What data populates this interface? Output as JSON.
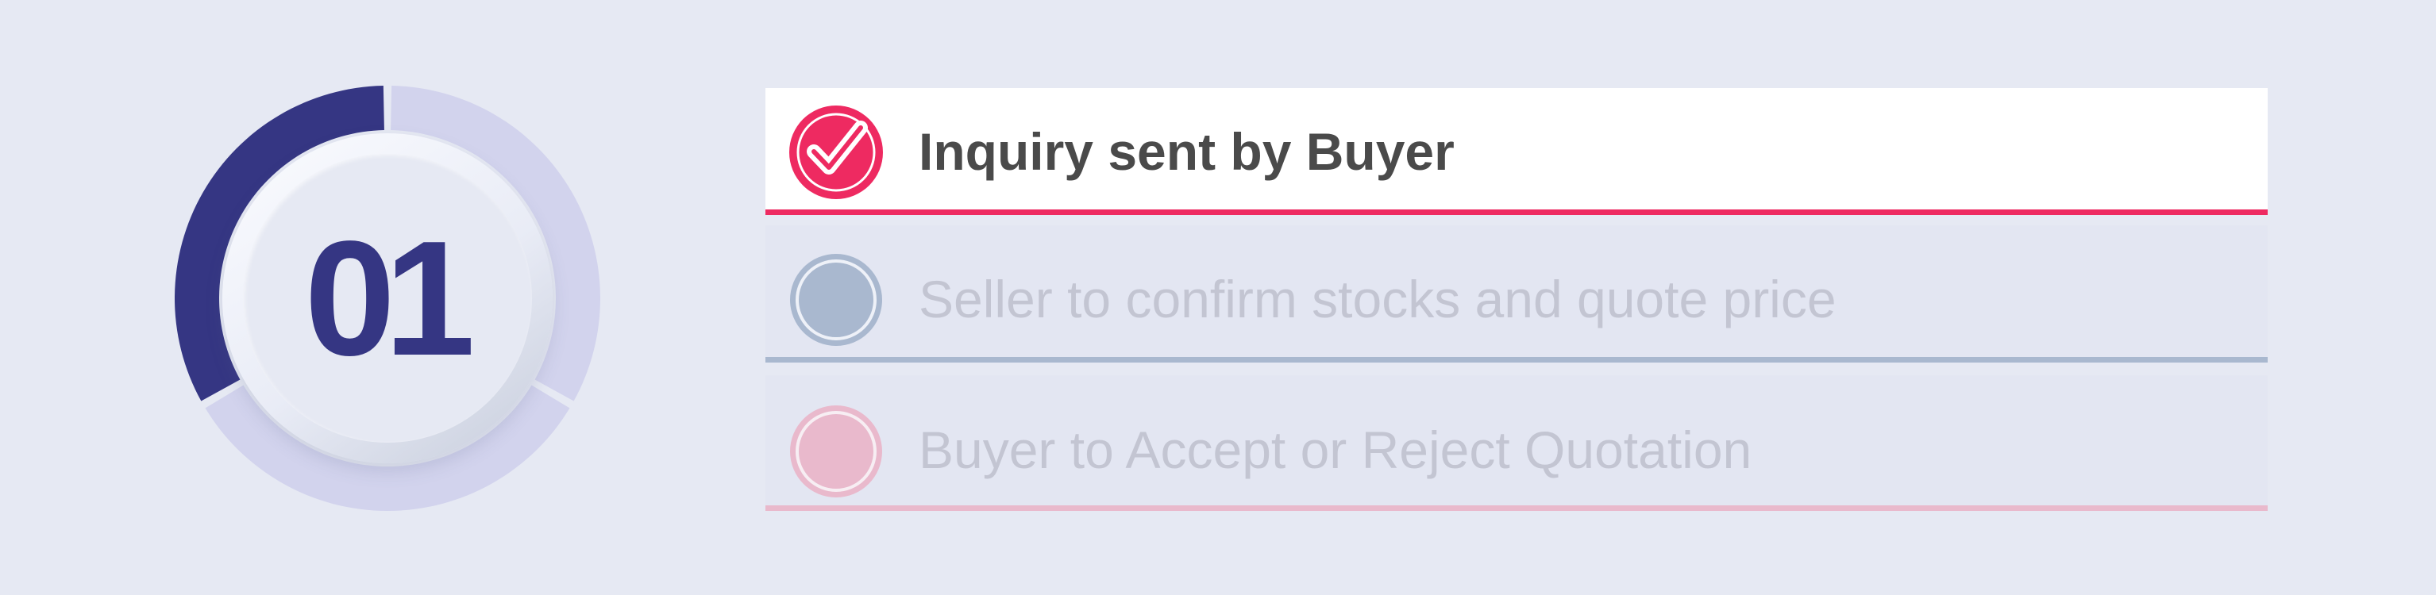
{
  "progress": {
    "number": "01",
    "fraction": 0.333,
    "colors": {
      "filled": "#353683",
      "track": "#d2d3ed"
    }
  },
  "steps": [
    {
      "label": "Inquiry sent by Buyer",
      "state": "completed",
      "icon": "check-circle-icon",
      "color": "#ee2a61"
    },
    {
      "label": "Seller to confirm stocks and quote price",
      "state": "pending",
      "icon": "circle-icon",
      "color": "#a9b8cf"
    },
    {
      "label": "Buyer to Accept or Reject Quotation",
      "state": "pending",
      "icon": "circle-icon",
      "color": "#e9b9cc"
    }
  ]
}
